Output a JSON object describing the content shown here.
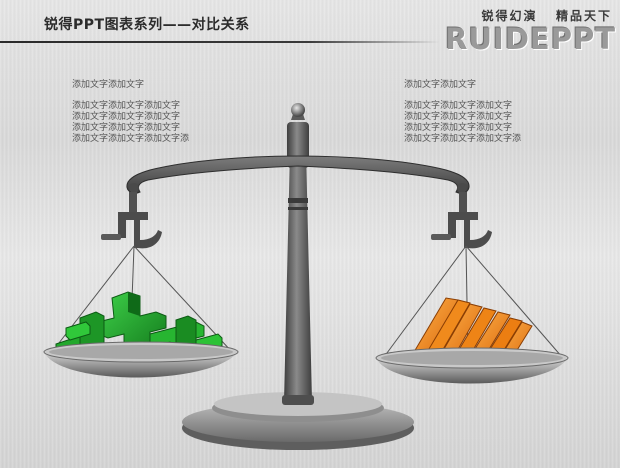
{
  "header": {
    "title": "锐得PPT图表系列——对比关系",
    "slogan": "锐得幻演   精品天下",
    "brand": "RUIDEPPT"
  },
  "left_text": {
    "heading": "添加文字添加文字",
    "lines": [
      "添加文字添加文字添加文字",
      "添加文字添加文字添加文字",
      "添加文字添加文字添加文字",
      "添加文字添加文字添加文字添"
    ]
  },
  "right_text": {
    "heading": "添加文字添加文字",
    "lines": [
      "添加文字添加文字添加文字",
      "添加文字添加文字添加文字",
      "添加文字添加文字添加文字",
      "添加文字添加文字添加文字添"
    ]
  },
  "icons": {
    "scale": "balance-scale-icon",
    "left_pan_contents": "green-3d-cross-shapes",
    "right_pan_contents": "orange-3d-bars"
  },
  "colors": {
    "scale_metal": "#5a5a5a",
    "green_shapes": "#1f9a2a",
    "orange_bars": "#e07a10",
    "header_text": "#2c2c2c"
  }
}
